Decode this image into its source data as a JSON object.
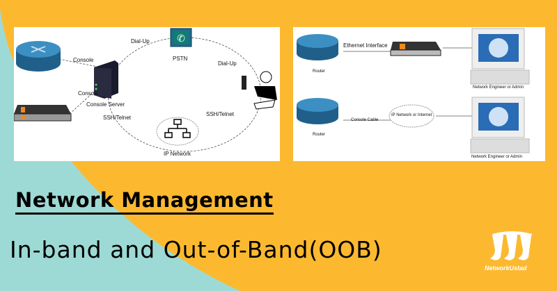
{
  "colors": {
    "background": "#fcb930",
    "teal": "#9edad5",
    "router": "#2f7fb0"
  },
  "left_diagram": {
    "labels": {
      "console_1": "Console",
      "console_2": "Console",
      "dial_up_1": "Dial-Up",
      "dial_up_2": "Dial-Up",
      "pstn": "PSTN",
      "console_server": "Console Server",
      "ssh_1": "SSH/Telnet",
      "ssh_2": "SSH/Telnet",
      "ip_network": "IP Network"
    }
  },
  "right_diagram": {
    "labels": {
      "ethernet": "Ethernet Interface",
      "router_1": "Router",
      "router_2": "Router",
      "admin_1": "Network Engineer or Admin",
      "admin_2": "Network Engineer or Admin",
      "console_cable": "Console Cable",
      "ip_internet": "IP Network or Internet"
    }
  },
  "title": "Network Management",
  "subtitle": "In-band and Out-of-Band(OOB)",
  "logo": {
    "text": "NetworkUstad"
  }
}
